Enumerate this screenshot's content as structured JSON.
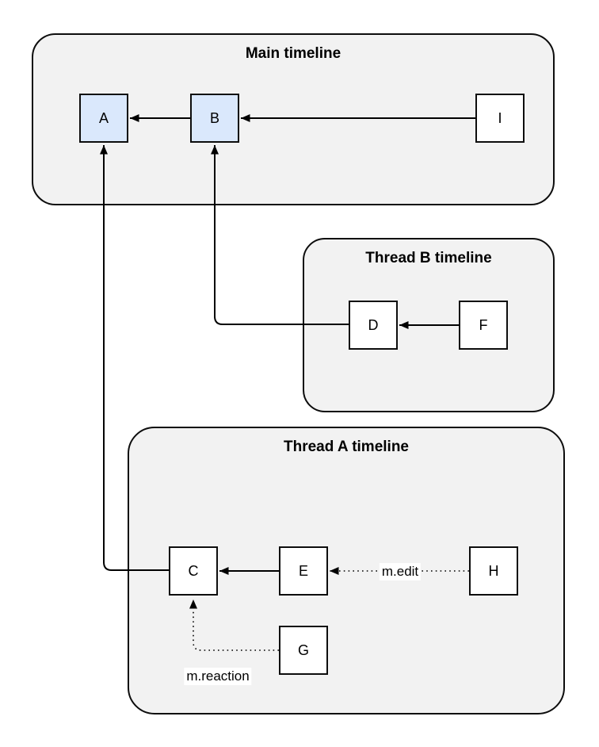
{
  "containers": [
    {
      "title": "Main timeline"
    },
    {
      "title": "Thread B timeline"
    },
    {
      "title": "Thread A timeline"
    }
  ],
  "nodes": [
    {
      "label": "A",
      "fill": "blue",
      "container": "Main timeline"
    },
    {
      "label": "B",
      "fill": "blue",
      "container": "Main timeline"
    },
    {
      "label": "I",
      "fill": "white",
      "container": "Main timeline"
    },
    {
      "label": "D",
      "fill": "white",
      "container": "Thread B timeline"
    },
    {
      "label": "F",
      "fill": "white",
      "container": "Thread B timeline"
    },
    {
      "label": "C",
      "fill": "white",
      "container": "Thread A timeline"
    },
    {
      "label": "E",
      "fill": "white",
      "container": "Thread A timeline"
    },
    {
      "label": "H",
      "fill": "white",
      "container": "Thread A timeline"
    },
    {
      "label": "G",
      "fill": "white",
      "container": "Thread A timeline"
    }
  ],
  "edges": [
    {
      "from": "B",
      "to": "A",
      "style": "solid"
    },
    {
      "from": "I",
      "to": "B",
      "style": "solid"
    },
    {
      "from": "F",
      "to": "D",
      "style": "solid"
    },
    {
      "from": "D",
      "to": "B",
      "style": "solid"
    },
    {
      "from": "E",
      "to": "C",
      "style": "solid"
    },
    {
      "from": "C",
      "to": "A",
      "style": "solid"
    },
    {
      "from": "H",
      "to": "E",
      "style": "dotted",
      "label": "m.edit"
    },
    {
      "from": "G",
      "to": "C",
      "style": "dotted",
      "label": "m.reaction"
    }
  ],
  "colors": {
    "container_fill": "#f2f2f2",
    "container_border": "#0d0d0d",
    "highlighted_node_fill": "#dae8fc",
    "node_fill": "#ffffff",
    "node_border": "#0d0d0d",
    "line_color": "#000000",
    "label_background": "#ffffff"
  }
}
